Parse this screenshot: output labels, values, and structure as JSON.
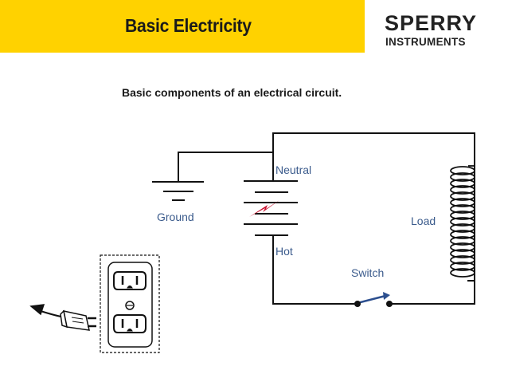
{
  "header": {
    "title": "Basic Electricity",
    "logo_line1": "SPERRY",
    "logo_line2": "INSTRUMENTS",
    "accent_color": "#ffd200"
  },
  "subtitle": "Basic components of an electrical circuit.",
  "diagram": {
    "labels": {
      "neutral": "Neutral",
      "ground": "Ground",
      "hot": "Hot",
      "switch": "Switch",
      "load": "Load"
    },
    "label_color": "#3b5b8c",
    "icons": [
      "ground-symbol-icon",
      "battery-symbol-icon",
      "switch-symbol-icon",
      "coil-load-icon",
      "wall-outlet-icon",
      "plug-icon"
    ]
  }
}
